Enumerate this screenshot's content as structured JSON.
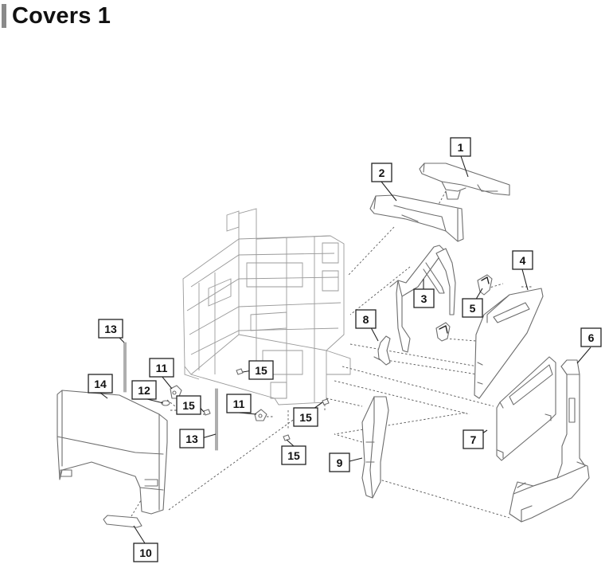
{
  "title": "Covers 1",
  "callouts": {
    "c1": "1",
    "c2": "2",
    "c3": "3",
    "c4": "4",
    "c5": "5",
    "c6": "6",
    "c7": "7",
    "c8": "8",
    "c9": "9",
    "c10": "10",
    "c11a": "11",
    "c11b": "11",
    "c12": "12",
    "c13a": "13",
    "c13b": "13",
    "c14": "14",
    "c15a": "15",
    "c15b": "15",
    "c15c": "15",
    "c15d": "15"
  }
}
